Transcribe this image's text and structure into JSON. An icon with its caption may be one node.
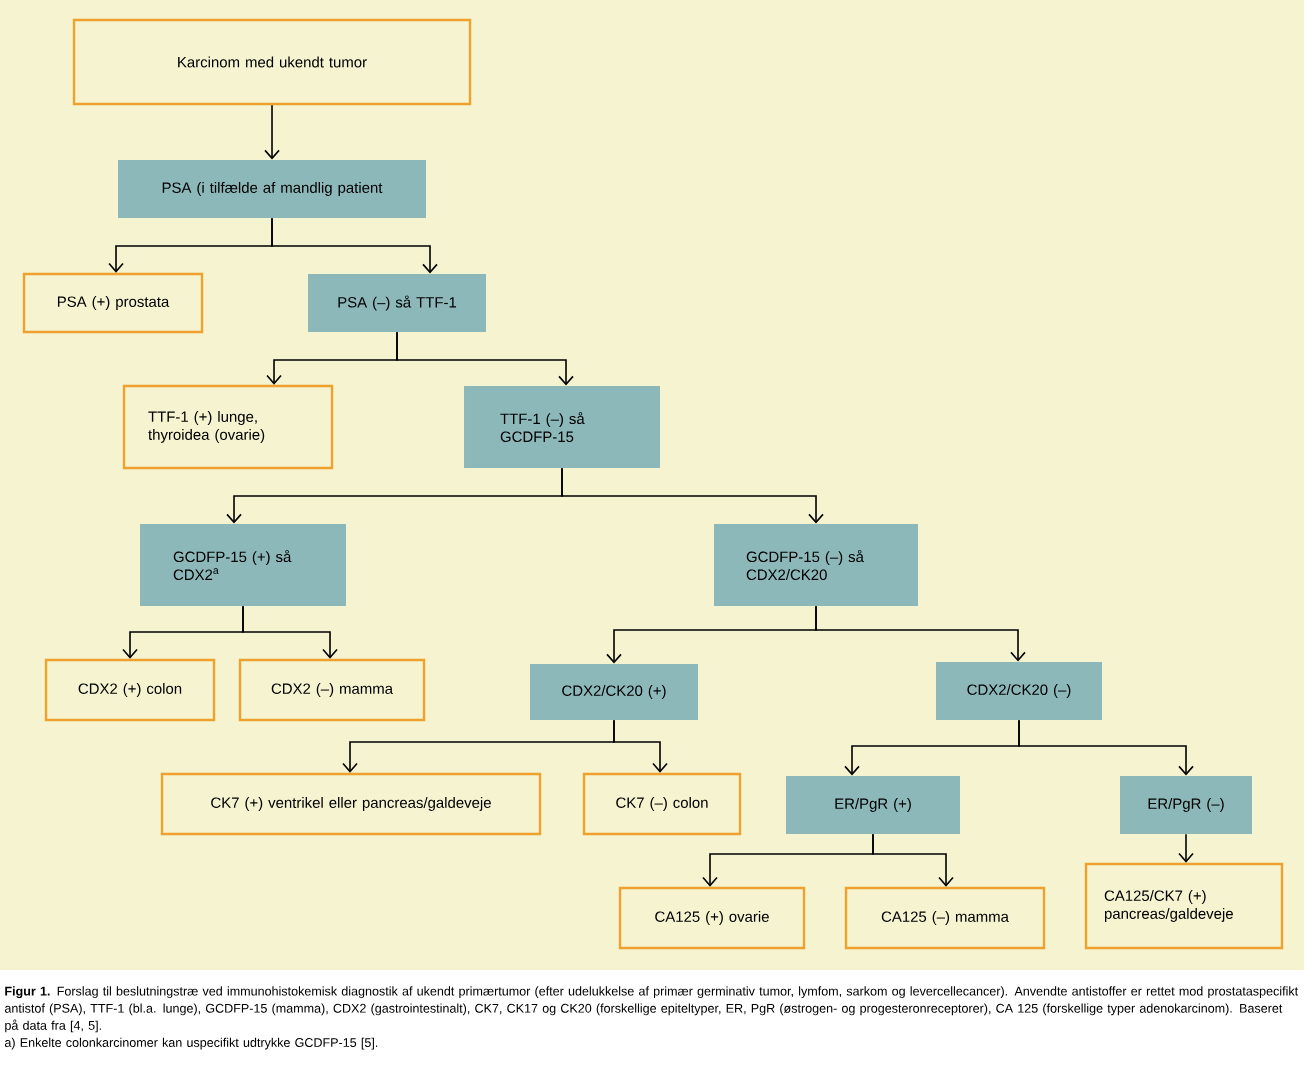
{
  "diagram": {
    "caption": "**Figur 1.** Forslag til beslutningstræ ved immunohistokemisk diagnostik af ukendt primærtumor (efter udelukkelse af primær germinativ tumor, lymfom, sarkom og levercellecancer). Anvendte antistoffer er rettet mod prostataspecifikt antistof (PSA), TTF-1 (bl.a. lunge), GCDFP-15 (mamma), CDX2 (gastrointestinalt), CK7, CK17 og CK20 (forskellige epiteltyper, ER, PgR (østrogen- og progesteronreceptorer), CA 125 (forskellige typer adenokarcinom). Baseret på data fra [4, 5].",
    "nodes": [
      {
        "text": [
          "Karcinom med ukendt tumor"
        ]
      },
      {
        "text": [
          "PSA (i tilfælde af mandlig patient"
        ]
      },
      {
        "text": [
          "PSA (+) prostata"
        ]
      },
      {
        "text": [
          "PSA (–) så TTF-1"
        ]
      },
      {
        "text": [
          "TTF-1 (+) lunge, thyroidea (ovarie)"
        ]
      },
      {
        "text": [
          "TTF-1 (–) så GCDFP-15"
        ]
      },
      {
        "text": [
          "GCDFP-15 (+) så CDX2$^{a}$"
        ]
      },
      {
        "text": [
          "GCDFP-15 (–) så CDX2/CK20"
        ]
      },
      {
        "text": [
          "CDX2 (+) colon"
        ]
      },
      {
        "text": [
          "CDX2 (–) mamma"
        ]
      },
      {
        "text": [
          "CDX2/CK20 (+)"
        ]
      },
      {
        "text": [
          "CDX2/CK20 (–)"
        ]
      },
      {
        "text": [
          "CK7 (+) ventrikel eller pancreas/galdeveje"
        ]
      },
      {
        "text": [
          "CK7 (–) colon"
        ]
      },
      {
        "text": [
          "ER/PgR (+)"
        ]
      },
      {
        "text": [
          "ER/PgR (–)"
        ]
      },
      {
        "text": [
          "CA125 (+) ovarie"
        ]
      },
      {
        "text": [
          "CA125 (–) mamma"
        ]
      },
      {
        "text": [
          "CA125/CK7 (+) pancreas/galdeveje"
        ]
      }
    ],
    "edges": [
      {
        "from": 0,
        "to": 1,
        "arrow": "to"
      },
      {
        "from": 1,
        "to": 2,
        "arrow": "to"
      },
      {
        "from": 1,
        "to": 3,
        "arrow": "to"
      },
      {
        "from": 3,
        "to": 4,
        "arrow": "to"
      },
      {
        "from": 3,
        "to": 5,
        "arrow": "to"
      },
      {
        "from": 5,
        "to": 6,
        "arrow": "to"
      },
      {
        "from": 5,
        "to": 7,
        "arrow": "to"
      },
      {
        "from": 6,
        "to": 8,
        "arrow": "to"
      },
      {
        "from": 6,
        "to": 9,
        "arrow": "to"
      },
      {
        "from": 7,
        "to": 10,
        "arrow": "to"
      },
      {
        "from": 7,
        "to": 11,
        "arrow": "to"
      },
      {
        "from": 10,
        "to": 12,
        "arrow": "to"
      },
      {
        "from": 10,
        "to": 13,
        "arrow": "to"
      },
      {
        "from": 11,
        "to": 14,
        "arrow": "to"
      },
      {
        "from": 11,
        "to": 15,
        "arrow": "to"
      },
      {
        "from": 14,
        "to": 16,
        "arrow": "to"
      },
      {
        "from": 14,
        "to": 17,
        "arrow": "to"
      },
      {
        "from": 15,
        "to": 18,
        "arrow": "to"
      }
    ],
    "labels": [
      "a) Enkelte colonkarcinomer kan uspecifikt udtrykke GCDFP-15 [5]."
    ]
  }
}
